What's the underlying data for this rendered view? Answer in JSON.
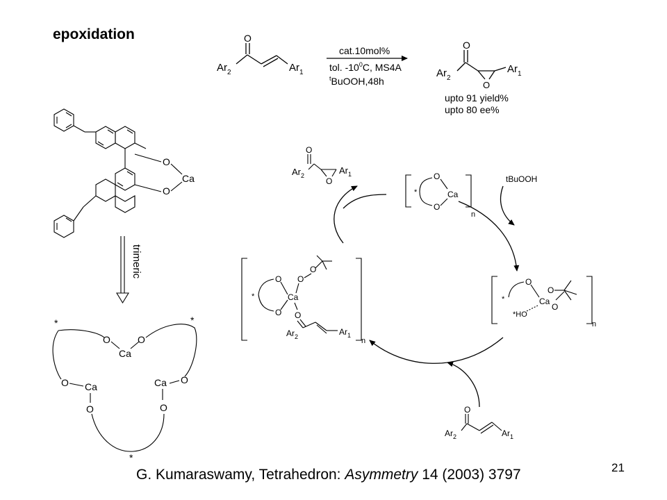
{
  "slide": {
    "title": "epoxidation",
    "page_number": "21",
    "citation": {
      "before": "G. Kumaraswamy, Tetrahedron: ",
      "journal": "Asymmetry",
      "after": " 14 (2003) 3797"
    }
  },
  "scheme": {
    "reactant": {
      "ar2": "Ar",
      "ar2_sub": "2",
      "ar1": "Ar",
      "ar1_sub": "1",
      "carbonyl_o": "O"
    },
    "conditions": {
      "above": "cat.10mol%",
      "below1": "tol. -10",
      "below1_sup": "0",
      "below1_rest": "C, MS4A",
      "below2_sup": "t",
      "below2_rest": "BuOOH,48h"
    },
    "product": {
      "ar2": "Ar",
      "ar2_sub": "2",
      "ar1": "Ar",
      "ar1_sub": "1",
      "carbonyl_o": "O",
      "epoxide_o": "O"
    },
    "results": [
      "upto 91 yield%",
      "upto 80 ee%"
    ]
  },
  "catalyst": {
    "o1": "O",
    "o2": "O",
    "ca": "Ca",
    "arrow_label": "trimeric"
  },
  "trimer": {
    "star": "*",
    "o": "O",
    "ca": "Ca"
  },
  "cycle": {
    "star": "*",
    "o": "O",
    "ca": "Ca",
    "n": "n",
    "tbuooh": "tBuOOH",
    "ho": "HO",
    "ar": "Ar",
    "sub1": "1",
    "sub2": "2"
  }
}
